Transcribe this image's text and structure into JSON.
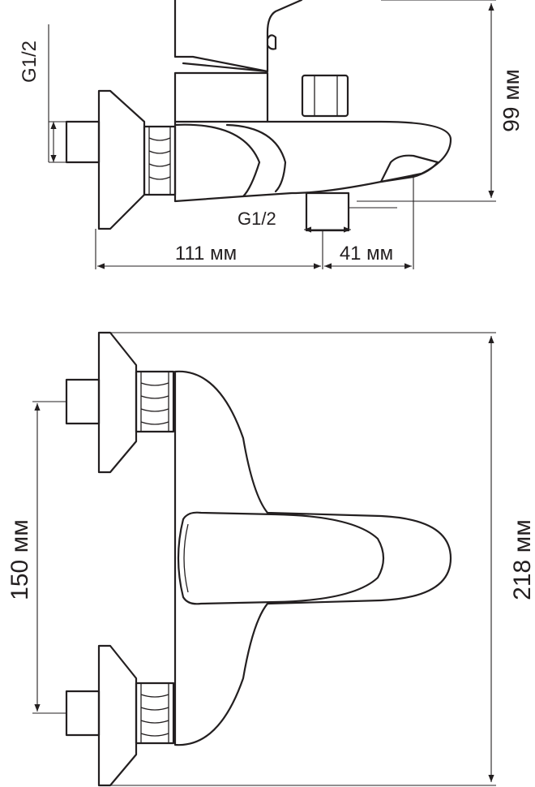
{
  "labels": {
    "thread_side": "G1/2",
    "thread_outlet": "G1/2",
    "dim_wall_to_outlet": "111 мм",
    "dim_outlet_to_spout": "41 мм",
    "dim_height": "99 мм",
    "dim_centers": "150 мм",
    "dim_width": "218 мм"
  },
  "colors": {
    "line": "#231f20",
    "background": "#ffffff"
  }
}
